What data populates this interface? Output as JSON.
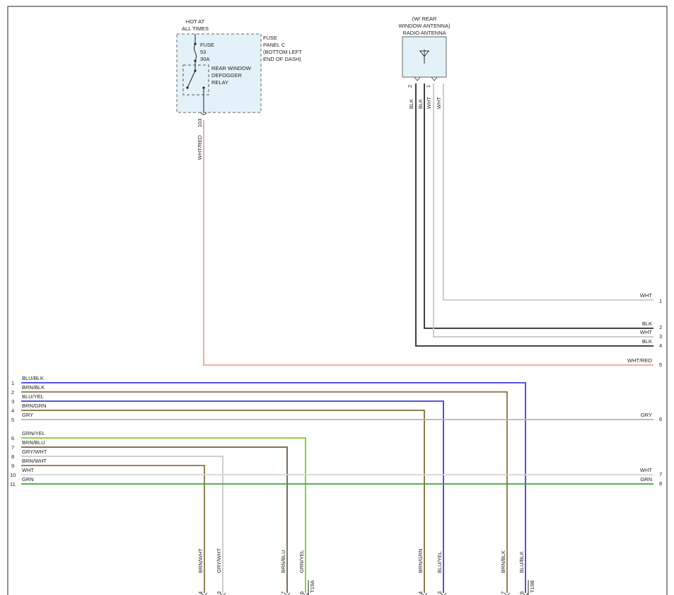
{
  "fuse_block": {
    "supply": [
      "HOT AT",
      "ALL TIMES"
    ],
    "fuse": [
      "FUSE",
      "53",
      "30A"
    ],
    "panel": [
      "FUSE",
      "PANEL C",
      "(BOTTOM LEFT",
      "END OF DASH)"
    ],
    "relay": [
      "REAR WINDOW",
      "DEFOGGER",
      "RELAY"
    ],
    "pin": "103",
    "wire_color": "WHT/RED"
  },
  "antenna": {
    "label": [
      "(W/ REAR",
      "WINDOW ANTENNA)",
      "RADIO ANTENNA"
    ],
    "pins": [
      "2",
      "1"
    ],
    "wires": [
      "BLK",
      "BLK",
      "WHT",
      "WHT"
    ]
  },
  "right_connector": [
    {
      "label": "WHT",
      "pin": "1"
    },
    {
      "label": "BLK",
      "pin": "2"
    },
    {
      "label": "WHT",
      "pin": "3"
    },
    {
      "label": "BLK",
      "pin": "4"
    },
    {
      "label": "WHT/RED",
      "pin": "5"
    },
    {
      "label": "GRY",
      "pin": "6"
    },
    {
      "label": "WHT",
      "pin": "7"
    },
    {
      "label": "GRN",
      "pin": "8"
    }
  ],
  "left_connector": [
    {
      "pin": "1",
      "label": "BLU/BLK"
    },
    {
      "pin": "2",
      "label": "BRN/BLK"
    },
    {
      "pin": "3",
      "label": "BLU/YEL"
    },
    {
      "pin": "4",
      "label": "BRN/GRN"
    },
    {
      "pin": "5",
      "label": "GRY"
    },
    {
      "pin": "6",
      "label": "GRN/YEL"
    },
    {
      "pin": "7",
      "label": "BRN/BLU"
    },
    {
      "pin": "8",
      "label": "GRY/WHT"
    },
    {
      "pin": "9",
      "label": "BRN/WHT"
    },
    {
      "pin": "10",
      "label": "WHT"
    },
    {
      "pin": "11",
      "label": "GRN"
    }
  ],
  "bottom_left": {
    "connector": "T19A",
    "wires": [
      {
        "label": "BRN/WHT",
        "pin": "4"
      },
      {
        "label": "GRY/WHT",
        "pin": "3"
      },
      {
        "label": "BRN/BLU",
        "pin": "7"
      },
      {
        "label": "GRN/YEL",
        "pin": "6"
      }
    ]
  },
  "bottom_right": {
    "connector": "T19B",
    "wires": [
      {
        "label": "BRN/GRN",
        "pin": "4"
      },
      {
        "label": "BLU/YEL",
        "pin": "3"
      },
      {
        "label": "BRN/BLK",
        "pin": "7"
      },
      {
        "label": "BLU/BLK",
        "pin": "6"
      }
    ]
  },
  "colors": {
    "WHT": "#c8c8c8",
    "BLK": "#2b2b2b",
    "WHT/RED": "#f0a0a0",
    "BLU": "#3f3fd8",
    "BRN": "#8a7340",
    "BRN/GRN": "#7f6e3a",
    "BRN/BLU": "#6d5f48",
    "GRY": "#b5b5b5",
    "GRN": "#3aa83a",
    "GRN/YEL": "#7ccb2a",
    "box_fill": "#e3f1f8"
  }
}
